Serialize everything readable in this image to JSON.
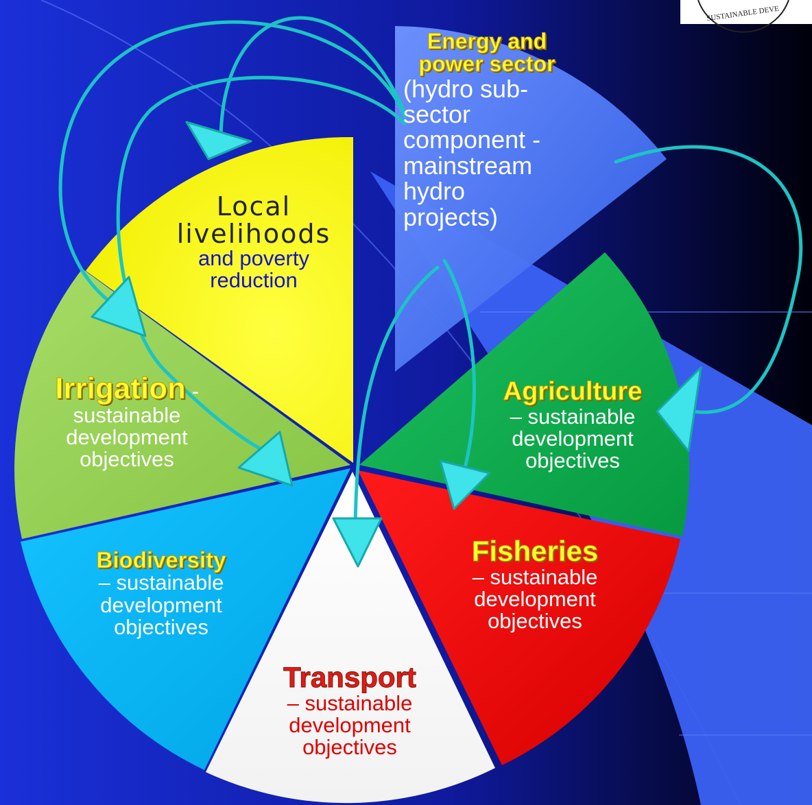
{
  "colors": {
    "background_left": "#1a2fd6",
    "background_right": "#000010",
    "local_livelihoods": "#ffff00",
    "energy": "#4a78f5",
    "agriculture": "#0fb150",
    "fisheries": "#ee0000",
    "transport": "#ffffff",
    "biodiversity": "#00b0f0",
    "irrigation": "#92d050",
    "arrows": "#1cc8c8",
    "arrowheads": "#40e8ee"
  },
  "logo": {
    "text": "SUSTAINABLE DEVE"
  },
  "segments": {
    "local_livelihoods": {
      "title_line1": "Local",
      "title_line2": "livelihoods",
      "sub_line1": "and poverty",
      "sub_line2": "reduction"
    },
    "energy": {
      "title_line1": "Energy and",
      "title_line2": "power sector",
      "body": [
        "(hydro sub-",
        "sector",
        "component -",
        "mainstream",
        "hydro",
        "projects)"
      ]
    },
    "agriculture": {
      "title": "Agriculture",
      "sub": [
        "– sustainable",
        "development",
        "objectives"
      ]
    },
    "fisheries": {
      "title": "Fisheries",
      "sub": [
        "– sustainable",
        "development",
        "objectives"
      ]
    },
    "transport": {
      "title": "Transport",
      "sub": [
        "– sustainable",
        "development",
        "objectives"
      ]
    },
    "biodiversity": {
      "title": "Biodiversity",
      "sub": [
        "– sustainable",
        "development",
        "objectives"
      ]
    },
    "irrigation": {
      "title": "Irrigation",
      "title_suffix": " -",
      "sub": [
        "sustainable",
        "development",
        "objectives"
      ]
    }
  }
}
